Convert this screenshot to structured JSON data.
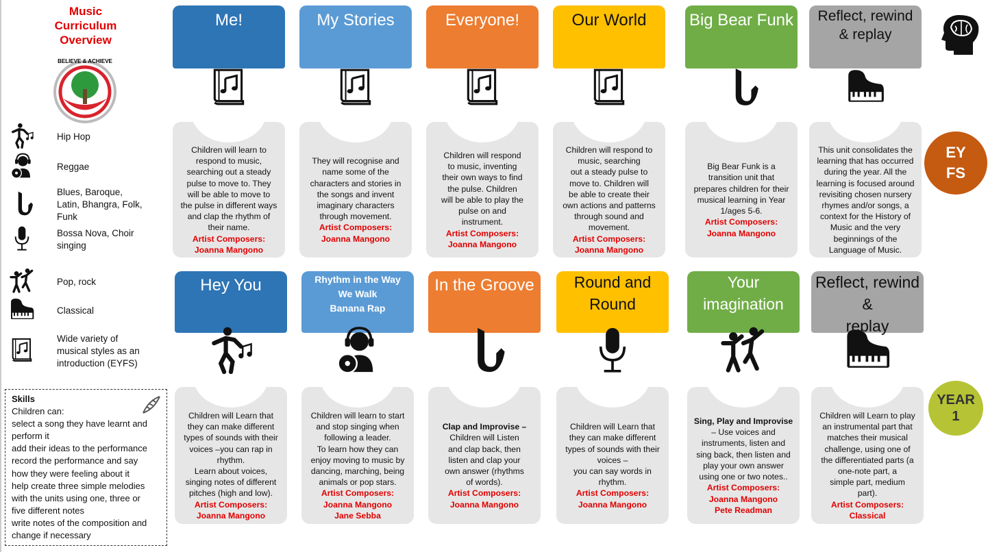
{
  "title": "Music\nCurriculum\nOverview",
  "logo_text": "BELIEVE & ACHIEVE",
  "legend": [
    {
      "icon": "hip-hop-dancer-icon",
      "label": "Hip Hop"
    },
    {
      "icon": "headphones-listener-icon",
      "label": "Reggae"
    },
    {
      "icon": "saxophone-icon",
      "label": "Blues, Baroque,\nLatin, Bhangra, Folk,\nFunk"
    },
    {
      "icon": "microphone-icon",
      "label": "Bossa Nova, Choir\nsinging"
    },
    {
      "icon": "dancers-icon",
      "label": "Pop, rock"
    },
    {
      "icon": "piano-icon",
      "label": "Classical"
    },
    {
      "icon": "music-book-icon",
      "label": "Wide variety of\nmusical styles as an\nintroduction (EYFS)"
    }
  ],
  "skills": {
    "heading": "Skills",
    "lines": "Children can:\nselect a song they have learnt and\nperform it\nadd their ideas to the performance\nrecord the performance and say\nhow they were feeling about it\nhelp create three simple melodies\nwith the units using one, three or\nfive different notes\nwrite notes of the composition and\nchange if necessary"
  },
  "badges": {
    "eyfs": "EY\nFS",
    "year1": "YEAR\n1"
  },
  "colors": {
    "blue": "#2E75B6",
    "light_blue": "#5B9BD5",
    "orange": "#ED7D31",
    "yellow": "#FFC000",
    "green": "#70AD47",
    "gray": "#A5A5A5",
    "eyfs": "#C55A11",
    "year1": "#B6C334",
    "red": "#E00000"
  },
  "eyfs_units": [
    {
      "title": "Me!",
      "icon": "music-book-icon",
      "color": "#2E75B6",
      "lead": "",
      "desc": "Children will learn to\nrespond to music,\nsearching out a steady\npulse to move to. They\nwill be able to move to\nthe pulse in different ways\nand clap the rhythm of\ntheir name.",
      "composers": "Artist Composers:\nJoanna Mangono"
    },
    {
      "title": "My Stories",
      "icon": "music-book-icon",
      "color": "#5B9BD5",
      "lead": "",
      "desc": "They will recognise and\nname some of the\ncharacters and stories in\nthe songs and invent\nimaginary characters\nthrough movement.\n ",
      "composers": "Artist Composers:\nJoanna Mangono"
    },
    {
      "title": "Everyone!",
      "icon": "music-book-icon",
      "color": "#ED7D31",
      "lead": "",
      "desc": "Children will respond\nto music, inventing\ntheir own ways to find\nthe pulse. Children\nwill be able to play the\npulse on and\ninstrument.",
      "composers": "Artist Composers:\nJoanna Mangono"
    },
    {
      "title": "Our World",
      "icon": "music-book-icon",
      "color": "#FFC000",
      "lead": "",
      "desc": "Children will respond to\nmusic, searching\nout a steady pulse to\nmove to. Children will\nbe able to create their\nown actions and patterns\nthrough sound and\nmovement.",
      "composers": "Artist Composers:\nJoanna Mangono"
    },
    {
      "title": "Big Bear Funk",
      "icon": "saxophone-icon",
      "color": "#70AD47",
      "lead": "",
      "desc": "Big Bear Funk is a\ntransition unit that\nprepares children for their\nmusical learning in Year\n1/ages 5-6.",
      "composers": "Artist Composers:\nJoanna Mangono"
    },
    {
      "title": "Reflect, rewind\n& replay",
      "icon": "piano-icon",
      "color": "#A5A5A5",
      "lead": "",
      "desc": "This unit consolidates the\nlearning that has occurred\nduring the year. All the\nlearning is focused around\nrevisiting chosen nursery\nrhymes and/or songs, a\ncontext for the History of\nMusic and the very\nbeginnings of the\nLanguage of Music.",
      "composers": ""
    }
  ],
  "year1_units": [
    {
      "title": "Hey You",
      "icon": "hip-hop-dancer-icon",
      "color": "#2E75B6",
      "lead": "",
      "desc": "Children will Learn that\nthey can make different\ntypes of sounds with their\nvoices –you can rap  in\nrhythm.\nLearn about voices,\nsinging notes of different\npitches (high and low).",
      "composers": "Artist Composers:\nJoanna Mangono"
    },
    {
      "title": "Rhythm in the Way\nWe Walk\nBanana Rap",
      "icon": "headphones-listener-icon",
      "color": "#5B9BD5",
      "lead": "",
      "desc": "Children will learn to start\nand stop singing when\nfollowing a leader.\nTo learn how they can\nenjoy moving to music by\ndancing, marching, being\nanimals or pop stars.",
      "composers": "Artist Composers:\nJoanna Mangono\nJane Sebba"
    },
    {
      "title": "In the Groove",
      "icon": "saxophone-icon",
      "color": "#ED7D31",
      "lead": "Clap and Improvise –",
      "desc": "Children will Listen\nand clap back, then\nlisten and clap your\nown answer (rhythms\nof words).",
      "composers": "Artist Composers:\nJoanna Mangono"
    },
    {
      "title": "Round and\nRound",
      "icon": "microphone-icon",
      "color": "#FFC000",
      "lead": "",
      "desc": "Children will Learn that\nthey can make different\ntypes of sounds with their\nvoices –\nyou can say words in\nrhythm.",
      "composers": "Artist Composers:\nJoanna Mangono"
    },
    {
      "title": "Your\nimagination",
      "icon": "dancers-icon",
      "color": "#70AD47",
      "lead": "Sing, Play and Improvise",
      "desc": "– Use voices and\ninstruments, listen and\nsing back, then listen and\nplay your own answer\nusing one or two notes..",
      "composers": "Artist Composers:\nJoanna Mangono\nPete Readman"
    },
    {
      "title": "Reflect, rewind &\nreplay",
      "icon": "piano-icon",
      "color": "#A5A5A5",
      "lead": "",
      "desc": "Children will Learn to play\nan instrumental part that\nmatches their musical\nchallenge, using one of\nthe differentiated parts (a\none-note part, a\nsimple part, medium\npart).",
      "composers": "Artist Composers:\nClassical"
    }
  ]
}
